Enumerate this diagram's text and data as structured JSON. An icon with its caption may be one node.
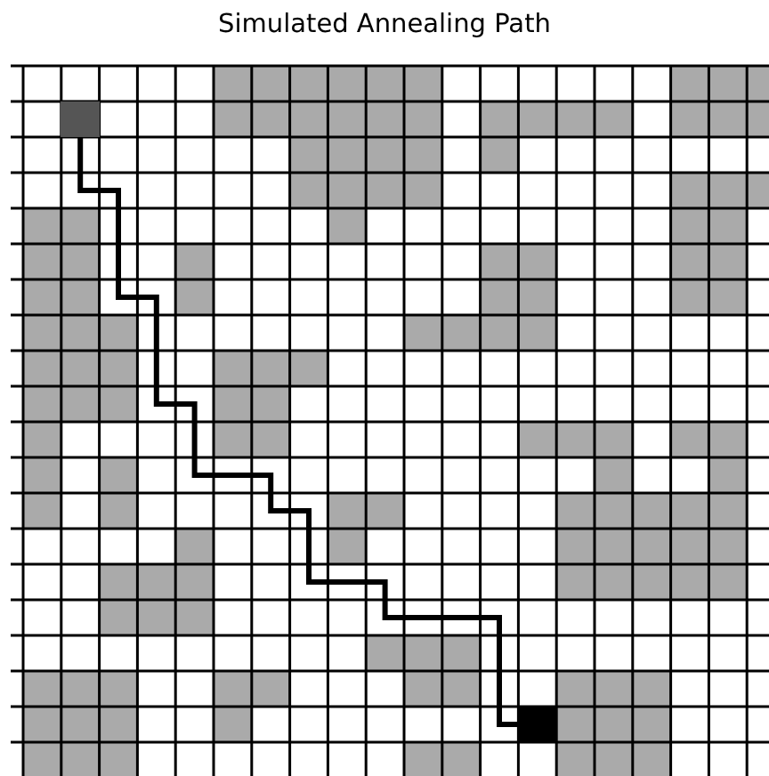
{
  "diagram": {
    "title": "Simulated Annealing Path",
    "nodes": [
      {
        "text": [],
        "shape": "box"
      },
      {
        "text": [],
        "shape": "box"
      }
    ],
    "edges": [
      {
        "from": 0,
        "to": 1,
        "arrow": "none"
      }
    ]
  }
}
